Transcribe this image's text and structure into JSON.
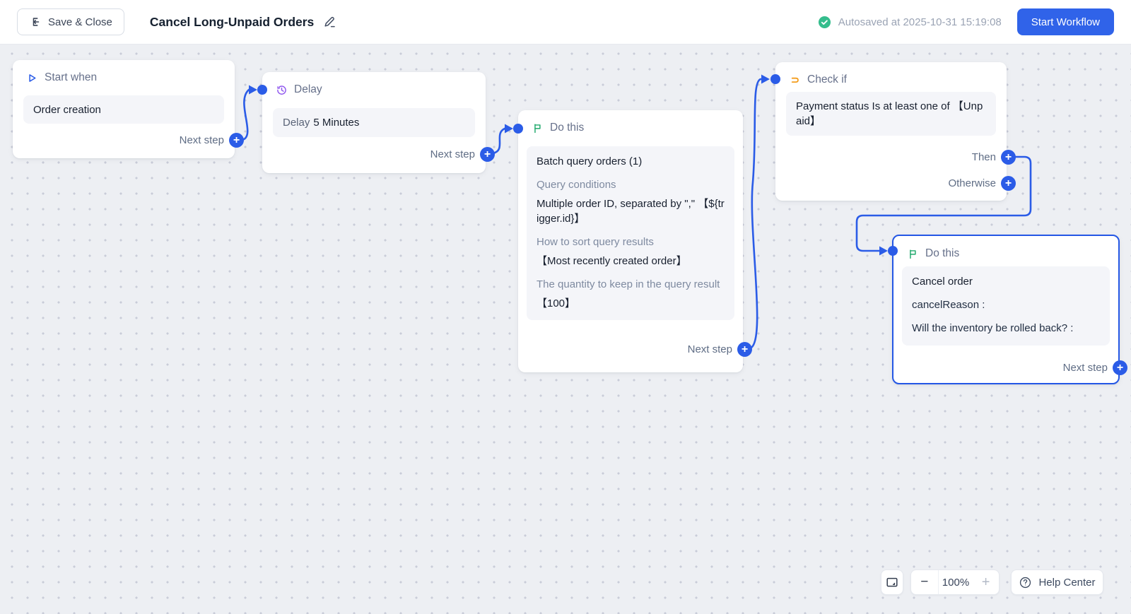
{
  "topbar": {
    "save_close_label": "Save & Close",
    "title": "Cancel Long-Unpaid Orders",
    "autosave_text": "Autosaved at 2025-10-31 15:19:08",
    "start_workflow_label": "Start Workflow"
  },
  "nodes": {
    "start_when": {
      "header": "Start when",
      "content": "Order creation",
      "footer_label": "Next step"
    },
    "delay": {
      "header": "Delay",
      "content_label": "Delay",
      "content_value": "5 Minutes",
      "footer_label": "Next step"
    },
    "batch_query": {
      "header": "Do this",
      "title": "Batch query orders (1)",
      "fields": [
        {
          "label": "Query conditions",
          "value": "Multiple order ID, separated by \",\" 【${trigger.id}】"
        },
        {
          "label": "How to sort query results",
          "value": "【Most recently created order】"
        },
        {
          "label": "The quantity to keep in the query result",
          "value": "【100】"
        }
      ],
      "footer_label": "Next step"
    },
    "check_if": {
      "header": "Check if",
      "condition": "Payment status Is at least one of 【Unpaid】",
      "then_label": "Then",
      "otherwise_label": "Otherwise"
    },
    "cancel_order": {
      "header": "Do this",
      "title": "Cancel order",
      "line1": "cancelReason :",
      "line2": "Will the inventory be rolled back? :",
      "footer_label": "Next step"
    }
  },
  "controls": {
    "zoom_level": "100%",
    "help_label": "Help Center"
  },
  "icons": {
    "save_close": "exit-left",
    "title_edit": "pencil",
    "autosave": "check-circle",
    "start_when": "play-triangle",
    "delay": "clock-history",
    "do_this": "flag",
    "check_if": "branch-s",
    "next_step": "plus-circle",
    "fit_view": "frame-corner",
    "zoom_out": "minus",
    "zoom_in": "plus",
    "help": "question-circle"
  },
  "colors": {
    "accent_blue": "#2B5CE7",
    "button_blue": "#3063E9",
    "autosave_green": "#35BD8D",
    "flag_green": "#1EA86B",
    "delay_purple": "#8F56EE",
    "check_orange": "#F49D1D",
    "canvas_bg": "#EDEFF3"
  }
}
